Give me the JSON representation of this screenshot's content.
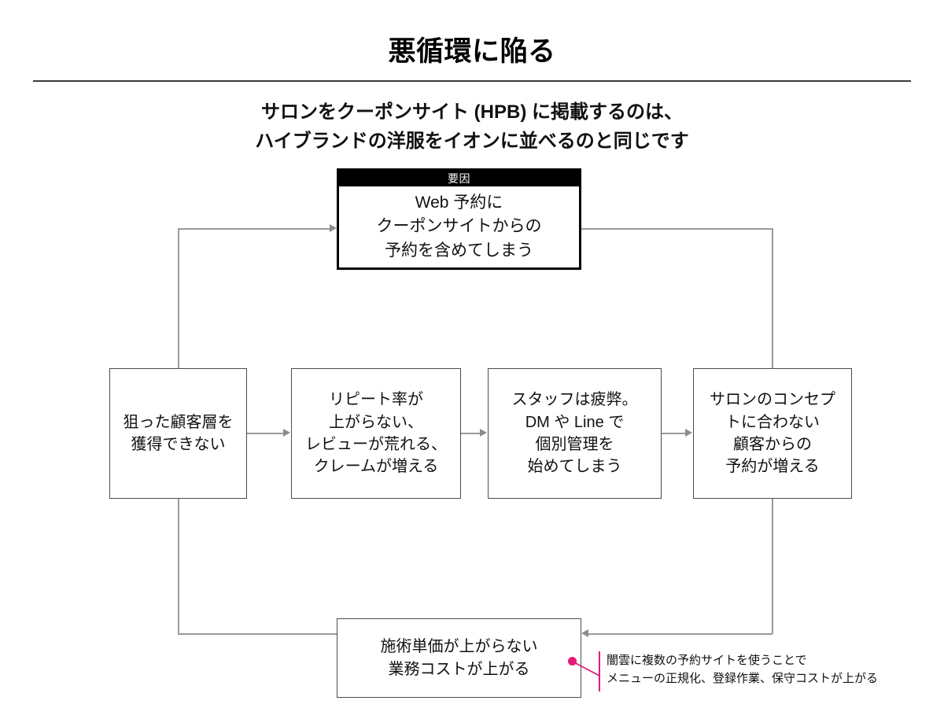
{
  "slide": {
    "title": "悪循環に陥る",
    "subtitle_lines": [
      "サロンをクーポンサイト (HPB) に掲載するのは、",
      "ハイブランドの洋服をイオンに並べるのと同じです"
    ]
  },
  "diagram": {
    "cause_node": {
      "band_label": "要因",
      "text": "Web 予約に\nクーポンサイトからの\n予約を含めてしまう"
    },
    "nodes": [
      {
        "id": "node-1",
        "text": "狙った顧客層を\n獲得できない"
      },
      {
        "id": "node-2",
        "text": "リピート率が\n上がらない、\nレビューが荒れる、\nクレームが増える"
      },
      {
        "id": "node-3",
        "text": "スタッフは疲弊。\nDM や Line で\n個別管理を\n始めてしまう"
      },
      {
        "id": "node-4",
        "text": "サロンのコンセプ\nトに合わない\n顧客からの\n予約が増える"
      }
    ],
    "bottom_node": {
      "id": "node-5",
      "text": "施術単価が上がらない\n業務コストが上がる"
    }
  },
  "annotation": {
    "text": "闇雲に複数の予約サイトを使うことで\nメニューの正規化、登録作業、保守コストが上がる",
    "accent_color": "#e6197a"
  },
  "colors": {
    "background": "#ffffff",
    "text": "#111111",
    "box_border": "#4d4d4d",
    "cause_border": "#000000",
    "cause_band_bg": "#000000",
    "cause_band_text": "#ffffff",
    "connector": "#9a9a9a",
    "rule": "#3a3a3a",
    "accent_pink": "#e6197a"
  }
}
